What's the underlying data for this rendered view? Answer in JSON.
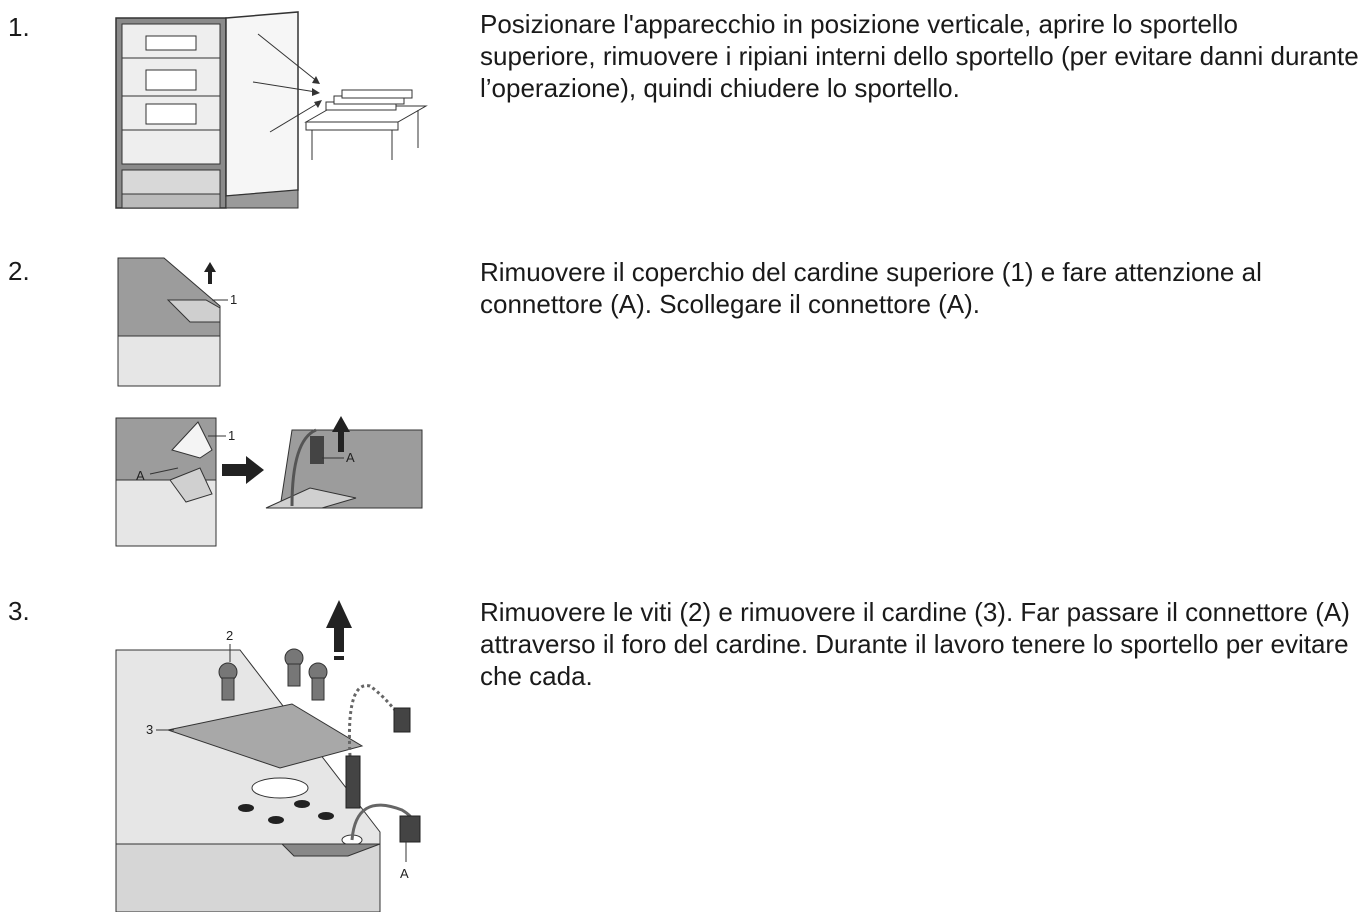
{
  "steps": [
    {
      "number": "1.",
      "text": "Posizionare l'apparecchio in posizione verticale, aprire lo sportello superiore, rimuovere i ripiani interni dello sportello (per evitare danni durante l’operazione), quindi chiudere lo sportello."
    },
    {
      "number": "2.",
      "text": "Rimuovere il coperchio del cardine superiore (1) e fare attenzione al connettore (A). Scollegare il connettore (A).",
      "fig_a_labels": {
        "part1": "1"
      },
      "fig_b_labels": {
        "part1": "1",
        "connA_left": "A",
        "connA_right": "A"
      }
    },
    {
      "number": "3.",
      "text": "Rimuovere le viti (2) e rimuovere il cardine (3). Far passare il connettore (A) attraverso il foro del cardine. Durante il lavoro tenere lo sportello per evitare che cada.",
      "fig_labels": {
        "screws": "2",
        "hinge": "3",
        "connector": "A"
      }
    }
  ]
}
